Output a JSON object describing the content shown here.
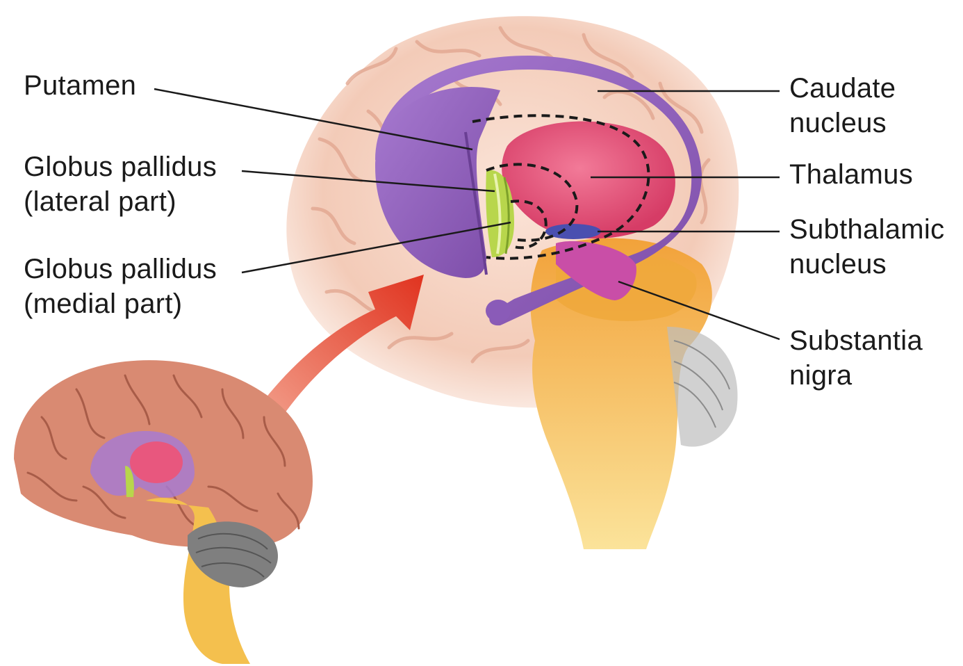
{
  "labels": {
    "putamen": [
      "Putamen"
    ],
    "globus_lateral": [
      "Globus pallidus",
      "(lateral part)"
    ],
    "globus_medial": [
      "Globus pallidus",
      "(medial part)"
    ],
    "caudate": [
      "Caudate",
      "nucleus"
    ],
    "thalamus": [
      "Thalamus"
    ],
    "subthalamic": [
      "Subthalamic",
      "nucleus"
    ],
    "substantia": [
      "Substantia",
      "nigra"
    ]
  },
  "colors": {
    "cortex": "#f2c6b4",
    "cortex_fold": "#e3a48c",
    "small_brain": "#d98a72",
    "putamen": "#9b6bc4",
    "caudate": "#9560bf",
    "thalamus": "#e8577e",
    "globus_pallidus": "#b3d24a",
    "subthalamic": "#4a4fb0",
    "substantia_nigra": "#c94ea7",
    "brainstem": "#f3b94a",
    "cerebellum": "#7f7f7f",
    "arrow": "#e2432b",
    "leader_line": "#1a1a1a"
  }
}
